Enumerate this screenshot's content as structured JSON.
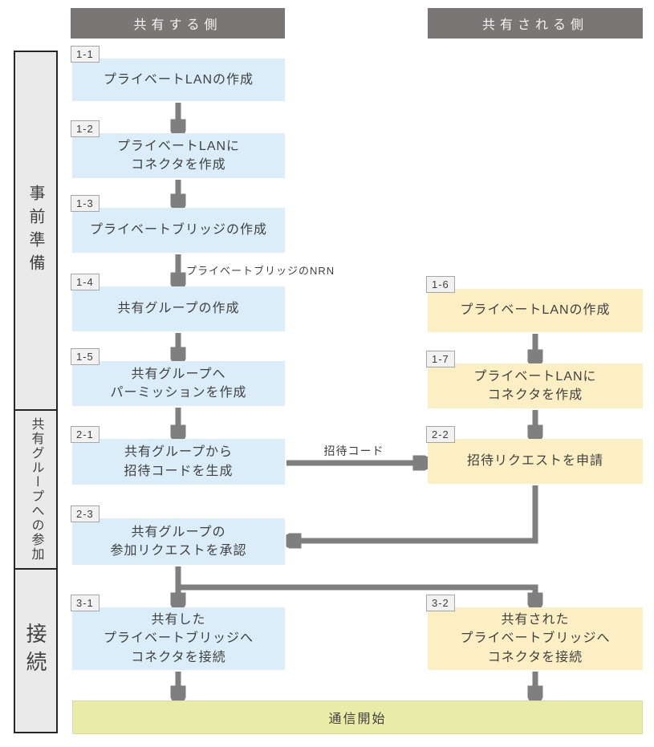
{
  "headers": {
    "left": "共有する側",
    "right": "共有される側"
  },
  "sidebar": {
    "sections": [
      {
        "label": "事前準備"
      },
      {
        "label": "共有グループへの参加"
      },
      {
        "label": "接続"
      }
    ]
  },
  "steps": {
    "s1_1": {
      "badge": "1-1",
      "label": "プライベートLANの作成"
    },
    "s1_2": {
      "badge": "1-2",
      "label": "プライベートLANに\nコネクタを作成"
    },
    "s1_3": {
      "badge": "1-3",
      "label": "プライベートブリッジの作成"
    },
    "s1_4": {
      "badge": "1-4",
      "label": "共有グループの作成"
    },
    "s1_5": {
      "badge": "1-5",
      "label": "共有グループへ\nパーミッションを作成"
    },
    "s2_1": {
      "badge": "2-1",
      "label": "共有グループから\n招待コードを生成"
    },
    "s2_3": {
      "badge": "2-3",
      "label": "共有グループの\n参加リクエストを承認"
    },
    "s3_1": {
      "badge": "3-1",
      "label": "共有した\nプライベートブリッジへ\nコネクタを接続"
    },
    "s1_6": {
      "badge": "1-6",
      "label": "プライベートLANの作成"
    },
    "s1_7": {
      "badge": "1-7",
      "label": "プライベートLANに\nコネクタを作成"
    },
    "s2_2": {
      "badge": "2-2",
      "label": "招待リクエストを申請"
    },
    "s3_2": {
      "badge": "3-2",
      "label": "共有された\nプライベートブリッジへ\nコネクタを接続"
    }
  },
  "arrow_labels": {
    "bridge_nrn": "プライベートブリッジのNRN",
    "invite_code": "招待コード"
  },
  "final_step": {
    "label": "通信開始"
  },
  "edges": [
    {
      "from": "1-1",
      "to": "1-2"
    },
    {
      "from": "1-2",
      "to": "1-3"
    },
    {
      "from": "1-3",
      "to": "1-4",
      "label": "プライベートブリッジのNRN"
    },
    {
      "from": "1-4",
      "to": "1-5"
    },
    {
      "from": "1-5",
      "to": "2-1"
    },
    {
      "from": "2-1",
      "to": "2-2",
      "label": "招待コード"
    },
    {
      "from": "1-6",
      "to": "1-7"
    },
    {
      "from": "1-7",
      "to": "2-2"
    },
    {
      "from": "2-2",
      "to": "2-3"
    },
    {
      "from": "2-3",
      "to": "3-1"
    },
    {
      "from": "2-3",
      "to": "3-2"
    },
    {
      "from": "3-1",
      "to": "通信開始"
    },
    {
      "from": "3-2",
      "to": "通信開始"
    }
  ],
  "colors": {
    "header_bg": "#7A7676",
    "sharing_side_box": "#DBEDF9",
    "shared_side_box": "#FCEFC4",
    "final_bar": "#E8ECA6",
    "arrow": "#7F7F7F",
    "sidebar_bg": "#EAEAEA",
    "text": "#404040"
  }
}
